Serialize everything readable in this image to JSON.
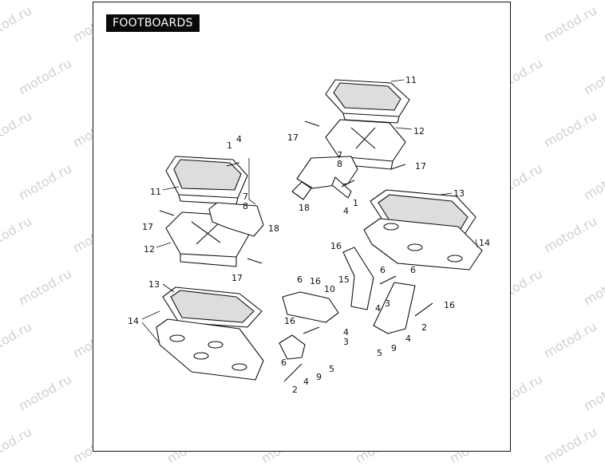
{
  "title": "FOOTBOARDS",
  "watermark": "motod.ru",
  "colors": {
    "ink": "#111111",
    "watermark": "#d0d0d0",
    "tag_bg": "#0a0a0a",
    "tag_fg": "#ffffff"
  },
  "callouts": [
    "1",
    "2",
    "3",
    "4",
    "5",
    "6",
    "7",
    "8",
    "9",
    "10",
    "11",
    "12",
    "13",
    "14",
    "15",
    "16",
    "17",
    "18"
  ]
}
